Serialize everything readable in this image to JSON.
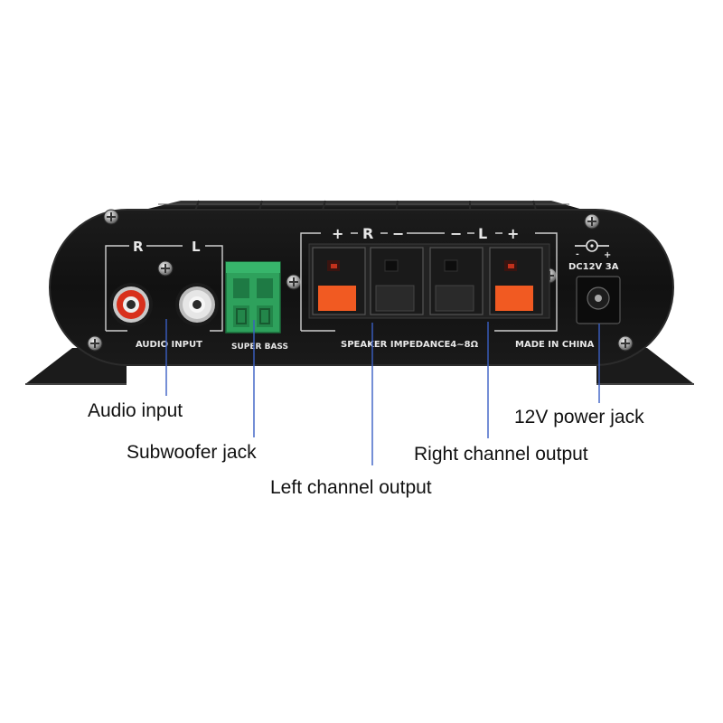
{
  "panel": {
    "input_section": {
      "channel_r": "R",
      "channel_l": "L",
      "caption": "AUDIO INPUT"
    },
    "sub_section": {
      "caption": "SUPER BASS"
    },
    "speaker_section": {
      "right_plus": "+",
      "right_letter": "R",
      "right_minus": "−",
      "left_minus": "−",
      "left_letter": "L",
      "left_plus": "+",
      "caption": "SPEAKER IMPEDANCE4~8Ω"
    },
    "power_section": {
      "rating": "DC12V 3A",
      "origin": "MADE IN CHINA"
    }
  },
  "callouts": {
    "audio_input": "Audio input",
    "subwoofer_jack": "Subwoofer jack",
    "left_channel_output": "Left channel output",
    "right_channel_output": "Right channel output",
    "power_jack": "12V power jack"
  },
  "colors": {
    "chassis": "#141414",
    "rca_red": "#d8301c",
    "rca_white": "#e6e6e6",
    "terminal_green": "#2ea15c",
    "clip_red": "#f15a22",
    "leader_line": "#3a5fc4"
  }
}
